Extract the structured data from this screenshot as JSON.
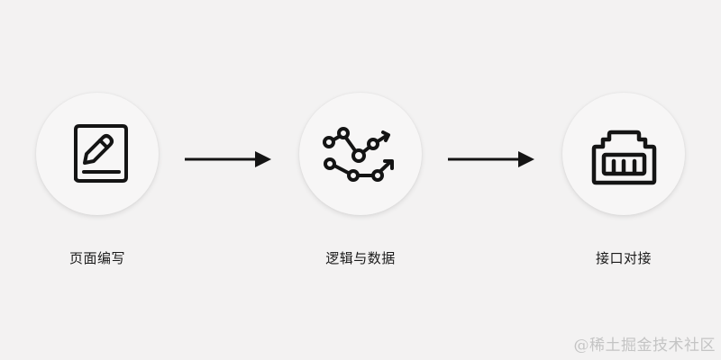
{
  "diagram": {
    "steps": [
      {
        "label": "页面编写",
        "icon": "edit-document-icon"
      },
      {
        "label": "逻辑与数据",
        "icon": "data-trend-icon"
      },
      {
        "label": "接口对接",
        "icon": "ethernet-port-icon"
      }
    ],
    "arrows": [
      {
        "from": 0,
        "to": 1,
        "icon": "arrow-right-icon"
      },
      {
        "from": 1,
        "to": 2,
        "icon": "arrow-right-icon"
      }
    ],
    "colors": {
      "background": "#f3f2f2",
      "circle": "#f7f6f6",
      "icon_stroke": "#141414",
      "text": "#1a1a1a",
      "watermark": "#c4c4c4"
    }
  },
  "watermark": "@稀土掘金技术社区"
}
